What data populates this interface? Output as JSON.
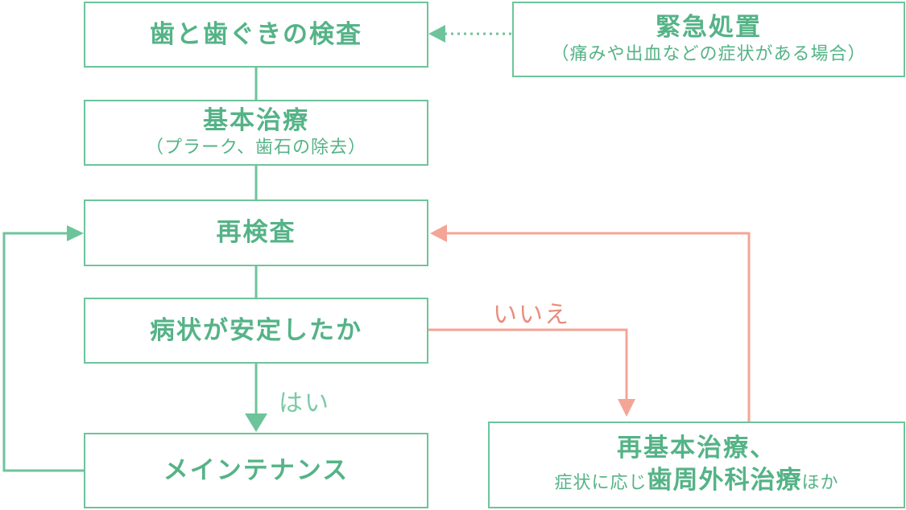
{
  "colors": {
    "green": "#6dc49b",
    "green_text": "#55b387",
    "salmon": "#f4a595",
    "salmon_text": "#e88e7d"
  },
  "nodes": {
    "exam": {
      "title": "歯と歯ぐきの検査"
    },
    "emergency": {
      "title": "緊急処置",
      "sub": "（痛みや出血などの症状がある場合）"
    },
    "basic": {
      "title": "基本治療",
      "sub": "（プラーク、歯石の除去）"
    },
    "reexam": {
      "title": "再検査"
    },
    "stable": {
      "title": "病状が安定したか"
    },
    "maintenance": {
      "title": "メインテナンス"
    },
    "retreat": {
      "title": "再基本治療、",
      "sub_prefix": "症状に応じ",
      "sub_bold": "歯周外科治療",
      "sub_suffix": "ほか"
    }
  },
  "labels": {
    "yes": "はい",
    "no": "いいえ"
  }
}
